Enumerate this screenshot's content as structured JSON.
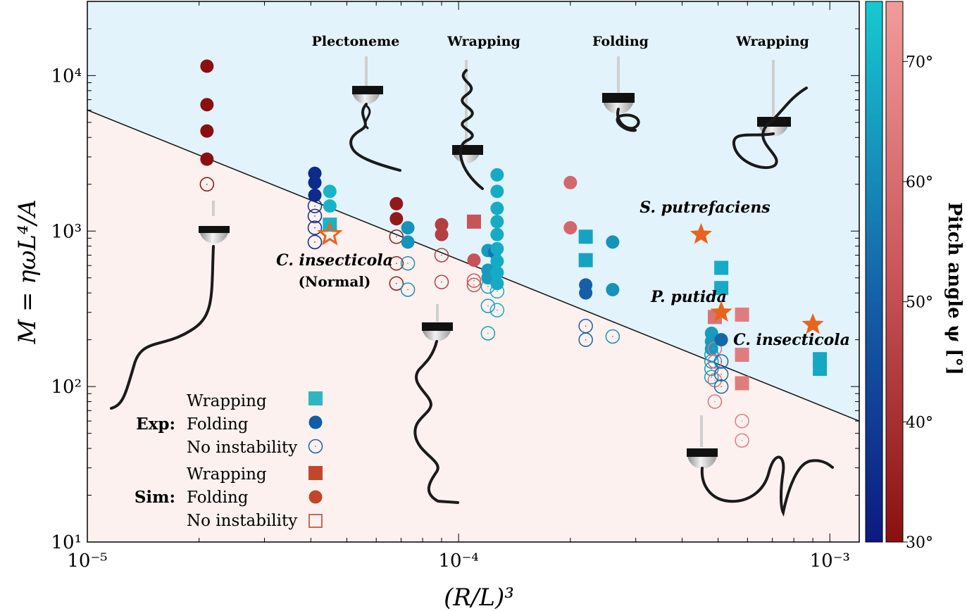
{
  "chart_data": {
    "type": "scatter",
    "xlabel": "(R/L)³",
    "ylabel": "M = ηωL⁴/A",
    "xscale": "log",
    "yscale": "log",
    "xlim": [
      1e-05,
      0.0012
    ],
    "ylim": [
      10,
      30000
    ],
    "x_ticks": [
      {
        "value": 1e-05,
        "label": "10⁻⁵"
      },
      {
        "value": 0.0001,
        "label": "10⁻⁴"
      },
      {
        "value": 0.001,
        "label": "10⁻³"
      }
    ],
    "y_ticks": [
      {
        "value": 10,
        "label": "10¹"
      },
      {
        "value": 100,
        "label": "10²"
      },
      {
        "value": 1000,
        "label": "10³"
      },
      {
        "value": 10000,
        "label": "10⁴"
      }
    ],
    "boundary_line": {
      "x": [
        1e-05,
        0.0012
      ],
      "y": [
        6000,
        60
      ]
    },
    "region_colors": {
      "upper": "#e2f3fb",
      "lower": "#fcf1ee"
    },
    "regime_labels": [
      "Plectoneme",
      "Wrapping",
      "Folding",
      "Wrapping"
    ],
    "annotations": [
      {
        "text": "C. insecticola",
        "sub": "(Normal)"
      },
      {
        "text": "S. putrefaciens"
      },
      {
        "text": "P. putida"
      },
      {
        "text": "C. insecticola"
      }
    ],
    "species_points": [
      {
        "name": "C. insecticola (Normal)",
        "x": 4.5e-05,
        "y": 950,
        "marker": "star-open",
        "color": "#e8641e"
      },
      {
        "name": "S. putrefaciens",
        "x": 0.00045,
        "y": 950,
        "marker": "star",
        "color": "#e8641e"
      },
      {
        "name": "P. putida",
        "x": 0.00051,
        "y": 300,
        "marker": "star",
        "color": "#e8641e"
      },
      {
        "name": "C. insecticola",
        "x": 0.0009,
        "y": 250,
        "marker": "star",
        "color": "#e8641e"
      }
    ],
    "legend": {
      "groups": [
        {
          "label": "Exp:",
          "items": [
            {
              "label": "Wrapping",
              "marker": "square",
              "color": "#2fb5c0"
            },
            {
              "label": "Folding",
              "marker": "circle",
              "color": "#0f5ea3"
            },
            {
              "label": "No instability",
              "marker": "circle-open",
              "color": "#1f60a8"
            }
          ]
        },
        {
          "label": "Sim:",
          "items": [
            {
              "label": "Wrapping",
              "marker": "square",
              "color": "#c0472c"
            },
            {
              "label": "Folding",
              "marker": "circle",
              "color": "#c0472c"
            },
            {
              "label": "No instability",
              "marker": "square-open",
              "color": "#c0472c"
            }
          ]
        }
      ],
      "placement": "lower-left"
    },
    "colorbar": {
      "title": "Pitch angle ψ [°]",
      "range": [
        30,
        75
      ],
      "ticks": [
        {
          "value": 30,
          "label": "30°"
        },
        {
          "value": 40,
          "label": "40°"
        },
        {
          "value": 50,
          "label": "50°"
        },
        {
          "value": 60,
          "label": "60°"
        },
        {
          "value": 70,
          "label": "70°"
        }
      ],
      "exp_colors": [
        "#0b1a80",
        "#17c9d0"
      ],
      "sim_colors": [
        "#8a1010",
        "#f29b9b"
      ]
    },
    "series": [
      {
        "name": "Sim 30°",
        "x": 2.1e-05,
        "psi": 30,
        "source": "sim",
        "points": [
          {
            "y": 11500,
            "m": "c"
          },
          {
            "y": 6500,
            "m": "c"
          },
          {
            "y": 4400,
            "m": "c"
          },
          {
            "y": 2900,
            "m": "c"
          },
          {
            "y": 2000,
            "m": "o"
          }
        ]
      },
      {
        "name": "Exp 35°",
        "x": 4.1e-05,
        "psi": 35,
        "source": "exp",
        "points": [
          {
            "y": 2350,
            "m": "c"
          },
          {
            "y": 2050,
            "m": "c"
          },
          {
            "y": 1700,
            "m": "c"
          },
          {
            "y": 1450,
            "m": "o"
          },
          {
            "y": 1250,
            "m": "o"
          },
          {
            "y": 1050,
            "m": "o"
          },
          {
            "y": 850,
            "m": "o"
          }
        ]
      },
      {
        "name": "Exp 70°",
        "x": 4.5e-05,
        "psi": 70,
        "source": "exp",
        "points": [
          {
            "y": 1800,
            "m": "c"
          },
          {
            "y": 1450,
            "m": "c"
          },
          {
            "y": 1100,
            "m": "s"
          }
        ]
      },
      {
        "name": "Sim 33°",
        "x": 6.8e-05,
        "psi": 33,
        "source": "sim",
        "points": [
          {
            "y": 1500,
            "m": "c"
          },
          {
            "y": 1200,
            "m": "c"
          },
          {
            "y": 920,
            "m": "o"
          },
          {
            "y": 620,
            "m": "o"
          },
          {
            "y": 460,
            "m": "o"
          }
        ]
      },
      {
        "name": "Exp 62°",
        "x": 7.3e-05,
        "psi": 62,
        "source": "exp",
        "points": [
          {
            "y": 1050,
            "m": "c"
          },
          {
            "y": 850,
            "m": "c"
          },
          {
            "y": 620,
            "m": "o"
          },
          {
            "y": 420,
            "m": "o"
          }
        ]
      },
      {
        "name": "Sim 45°",
        "x": 9e-05,
        "psi": 45,
        "source": "sim",
        "points": [
          {
            "y": 1100,
            "m": "c"
          },
          {
            "y": 950,
            "m": "c"
          },
          {
            "y": 700,
            "m": "o"
          },
          {
            "y": 470,
            "m": "o"
          }
        ]
      },
      {
        "name": "Sim 52°",
        "x": 0.00011,
        "psi": 52,
        "source": "sim",
        "points": [
          {
            "y": 1150,
            "m": "s"
          },
          {
            "y": 650,
            "m": "c"
          },
          {
            "y": 480,
            "m": "o"
          },
          {
            "y": 450,
            "m": "o"
          }
        ]
      },
      {
        "name": "Exp 64°",
        "x": 0.00012,
        "psi": 64,
        "source": "exp",
        "points": [
          {
            "y": 750,
            "m": "c"
          },
          {
            "y": 560,
            "m": "c"
          },
          {
            "y": 500,
            "m": "c"
          },
          {
            "y": 440,
            "m": "o"
          },
          {
            "y": 330,
            "m": "o"
          },
          {
            "y": 220,
            "m": "o"
          }
        ]
      },
      {
        "name": "Exp 55°",
        "x": 0.000125,
        "psi": 55,
        "source": "exp",
        "points": [
          {
            "y": 730,
            "m": "c"
          }
        ]
      },
      {
        "name": "Exp 68°",
        "x": 0.000127,
        "psi": 68,
        "source": "exp",
        "points": [
          {
            "y": 2300,
            "m": "c"
          },
          {
            "y": 1800,
            "m": "c"
          },
          {
            "y": 1400,
            "m": "c"
          },
          {
            "y": 1150,
            "m": "c"
          },
          {
            "y": 950,
            "m": "c"
          },
          {
            "y": 770,
            "m": "c"
          },
          {
            "y": 640,
            "m": "c"
          },
          {
            "y": 540,
            "m": "c"
          },
          {
            "y": 460,
            "m": "c"
          },
          {
            "y": 410,
            "m": "o"
          },
          {
            "y": 310,
            "m": "o"
          }
        ]
      },
      {
        "name": "Sim 58°",
        "x": 0.0002,
        "psi": 58,
        "source": "sim",
        "points": [
          {
            "y": 2050,
            "m": "c"
          },
          {
            "y": 1050,
            "m": "c"
          }
        ]
      },
      {
        "name": "Exp 66°",
        "x": 0.00022,
        "psi": 66,
        "source": "exp",
        "points": [
          {
            "y": 920,
            "m": "s"
          },
          {
            "y": 650,
            "m": "s"
          }
        ]
      },
      {
        "name": "Exp 50°",
        "x": 0.00022,
        "psi": 50,
        "source": "exp",
        "points": [
          {
            "y": 450,
            "m": "c"
          },
          {
            "y": 400,
            "m": "c"
          },
          {
            "y": 245,
            "m": "o"
          },
          {
            "y": 200,
            "m": "o"
          }
        ]
      },
      {
        "name": "Exp 62° b",
        "x": 0.00026,
        "psi": 62,
        "source": "exp",
        "points": [
          {
            "y": 850,
            "m": "c"
          },
          {
            "y": 420,
            "m": "c"
          },
          {
            "y": 210,
            "m": "o"
          }
        ]
      },
      {
        "name": "Exp 64° b",
        "x": 0.00048,
        "psi": 64,
        "source": "exp",
        "points": [
          {
            "y": 220,
            "m": "c"
          },
          {
            "y": 195,
            "m": "c"
          },
          {
            "y": 175,
            "m": "c"
          },
          {
            "y": 160,
            "m": "o"
          },
          {
            "y": 145,
            "m": "o"
          },
          {
            "y": 130,
            "m": "o"
          },
          {
            "y": 115,
            "m": "o"
          }
        ]
      },
      {
        "name": "Sim 62°",
        "x": 0.00049,
        "psi": 62,
        "source": "sim",
        "points": [
          {
            "y": 280,
            "m": "s"
          },
          {
            "y": 175,
            "m": "o"
          },
          {
            "y": 145,
            "m": "o"
          },
          {
            "y": 110,
            "m": "o"
          },
          {
            "y": 80,
            "m": "o"
          }
        ]
      },
      {
        "name": "Exp 68° b",
        "x": 0.00051,
        "psi": 68,
        "source": "exp",
        "points": [
          {
            "y": 580,
            "m": "s"
          },
          {
            "y": 430,
            "m": "s"
          }
        ]
      },
      {
        "name": "Exp 52°",
        "x": 0.00051,
        "psi": 52,
        "source": "exp",
        "points": [
          {
            "y": 200,
            "m": "c"
          },
          {
            "y": 145,
            "m": "o"
          },
          {
            "y": 120,
            "m": "o"
          },
          {
            "y": 100,
            "m": "o"
          }
        ]
      },
      {
        "name": "Sim 65°",
        "x": 0.00058,
        "psi": 65,
        "source": "sim",
        "points": [
          {
            "y": 290,
            "m": "s"
          },
          {
            "y": 160,
            "m": "s"
          },
          {
            "y": 105,
            "m": "s"
          },
          {
            "y": 60,
            "m": "o"
          },
          {
            "y": 45,
            "m": "o"
          }
        ]
      },
      {
        "name": "Exp 67°",
        "x": 0.00094,
        "psi": 67,
        "source": "exp",
        "points": [
          {
            "y": 150,
            "m": "s"
          },
          {
            "y": 130,
            "m": "s"
          }
        ]
      }
    ]
  }
}
